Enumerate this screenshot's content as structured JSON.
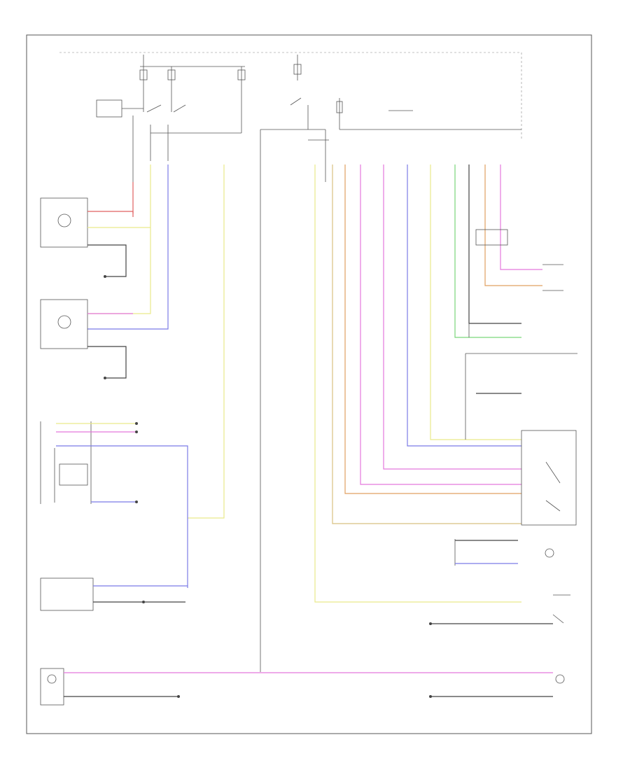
{
  "footer_code": "",
  "colors": {
    "yellow": "#e9e98a",
    "blue": "#7b7be6",
    "pink": "#e477dc",
    "green": "#7ad67a",
    "orange": "#e0a060",
    "black": "#444444",
    "red": "#e06060",
    "tan": "#d8c080"
  },
  "components": [
    {
      "id": "left-headlamp",
      "icon": "lamp-icon"
    },
    {
      "id": "right-headlamp",
      "icon": "lamp-icon"
    },
    {
      "id": "left-rear-tail-lamp",
      "icon": "lamp-icon"
    },
    {
      "id": "right-rear-tail-lamp",
      "icon": "lamp-icon"
    },
    {
      "id": "headlamp-switch",
      "icon": "switch-icon"
    },
    {
      "id": "instrument-cluster",
      "icon": "cluster-icon"
    }
  ]
}
